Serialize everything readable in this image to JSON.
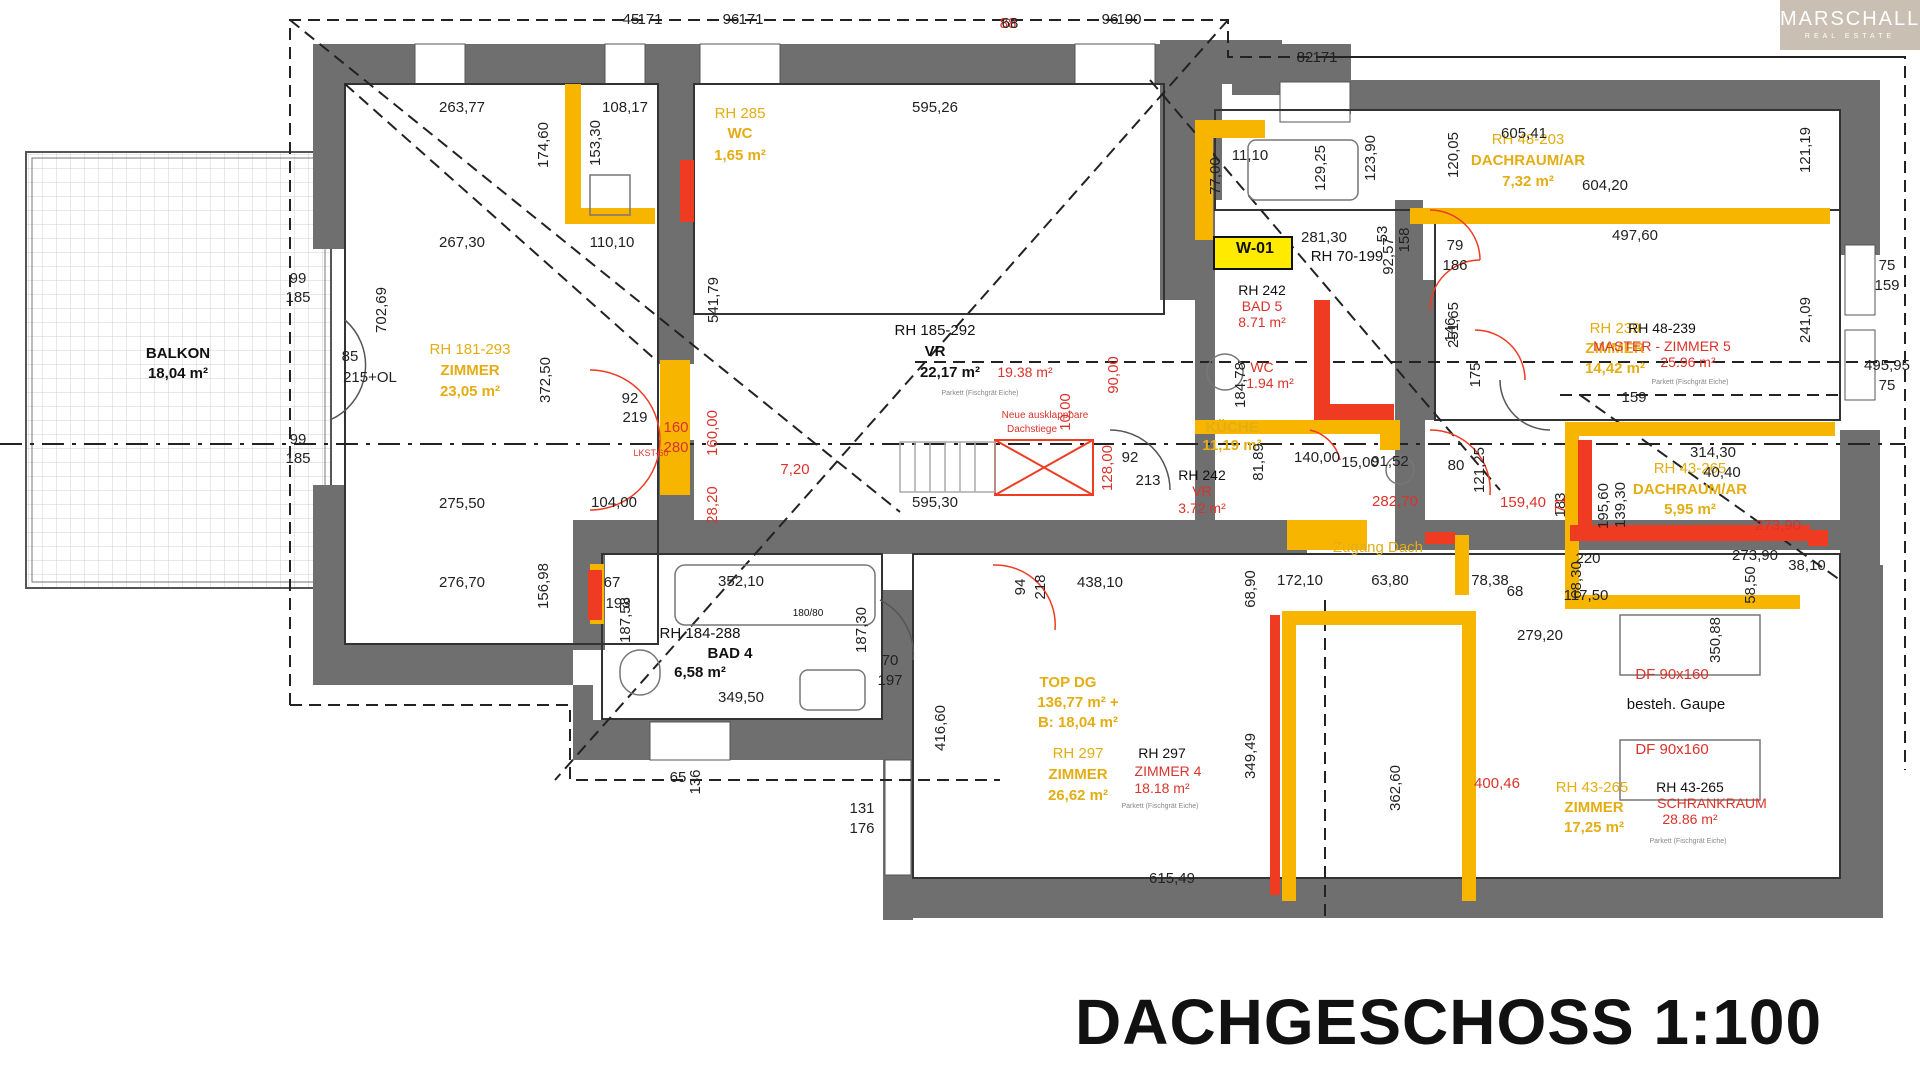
{
  "title": "DACHGESCHOSS 1:100",
  "logo": {
    "name": "MARSCHALL",
    "tagline": "REAL ESTATE"
  },
  "colors": {
    "wall": "#6f6f6f",
    "highlight_yellow": "#f7b500",
    "highlight_red": "#ee3b22",
    "text_yellow": "#e3ad13",
    "text_red": "#d9332b",
    "dashed": "#222222"
  },
  "labels": [
    {
      "t": "BALKON",
      "c": "k",
      "b": true,
      "fs": 15
    },
    {
      "t": "18,04 m²",
      "c": "k",
      "b": true,
      "fs": 15
    },
    {
      "t": "RH 181-293",
      "c": "y",
      "fs": 15
    },
    {
      "t": "ZIMMER",
      "c": "y",
      "b": true,
      "fs": 15
    },
    {
      "t": "23,05 m²",
      "c": "y",
      "b": true,
      "fs": 15
    },
    {
      "t": "RH 285",
      "c": "y",
      "fs": 15
    },
    {
      "t": "WC",
      "c": "y",
      "b": true,
      "fs": 15
    },
    {
      "t": "1,65 m²",
      "c": "y",
      "b": true,
      "fs": 15
    },
    {
      "t": "RH 185-292",
      "c": "k",
      "fs": 15
    },
    {
      "t": "VR",
      "c": "k",
      "b": true,
      "fs": 15
    },
    {
      "t": "22,17 m²",
      "c": "k",
      "b": true,
      "fs": 15
    },
    {
      "t": "19.38 m²",
      "c": "r",
      "fs": 14
    },
    {
      "t": "Parkett (Fischgrät Eiche)",
      "c": "g",
      "fs": 7
    },
    {
      "t": "Neue ausklappbare",
      "c": "r",
      "fs": 10
    },
    {
      "t": "Dachstiege",
      "c": "r",
      "fs": 10
    },
    {
      "t": "W-01",
      "c": "k",
      "b": true,
      "fs": 16
    },
    {
      "t": "RH 70-199",
      "c": "k",
      "fs": 15
    },
    {
      "t": "RH 242",
      "c": "k",
      "fs": 14
    },
    {
      "t": "BAD 5",
      "c": "r",
      "fs": 14
    },
    {
      "t": "8.71 m²",
      "c": "r",
      "fs": 14
    },
    {
      "t": "WC",
      "c": "r",
      "fs": 14
    },
    {
      "t": "1.94 m²",
      "c": "r",
      "fs": 14
    },
    {
      "t": "KÜCHE",
      "c": "y",
      "b": true,
      "fs": 15
    },
    {
      "t": "11,19 m²",
      "c": "y",
      "b": true,
      "fs": 15
    },
    {
      "t": "RH 242",
      "c": "k",
      "fs": 14
    },
    {
      "t": "VR",
      "c": "r",
      "fs": 14
    },
    {
      "t": "3.72 m²",
      "c": "r",
      "fs": 14
    },
    {
      "t": "RH 48-203",
      "c": "y",
      "fs": 15
    },
    {
      "t": "DACHRAUM/AR",
      "c": "y",
      "b": true,
      "fs": 15
    },
    {
      "t": "7,32 m²",
      "c": "y",
      "b": true,
      "fs": 15
    },
    {
      "t": "RH 239",
      "c": "y",
      "fs": 15
    },
    {
      "t": "ZIMMER",
      "c": "y",
      "b": true,
      "fs": 15
    },
    {
      "t": "14,42 m²",
      "c": "y",
      "b": true,
      "fs": 15
    },
    {
      "t": "RH 48-239",
      "c": "k",
      "fs": 14
    },
    {
      "t": "MASTER - ZIMMER 5",
      "c": "r",
      "fs": 14
    },
    {
      "t": "25.96 m²",
      "c": "r",
      "fs": 14
    },
    {
      "t": "Parkett (Fischgrät Eiche)",
      "c": "g",
      "fs": 7
    },
    {
      "t": "RH 43-265",
      "c": "y",
      "fs": 15
    },
    {
      "t": "DACHRAUM/AR",
      "c": "y",
      "b": true,
      "fs": 15
    },
    {
      "t": "5,95 m²",
      "c": "y",
      "b": true,
      "fs": 15
    },
    {
      "t": "Zugang Dach",
      "c": "y",
      "fs": 15
    },
    {
      "t": "RH 184-288",
      "c": "k",
      "fs": 15
    },
    {
      "t": "BAD 4",
      "c": "k",
      "b": true,
      "fs": 15
    },
    {
      "t": "6,58 m²",
      "c": "k",
      "b": true,
      "fs": 15
    },
    {
      "t": "180/80",
      "c": "k",
      "fs": 10
    },
    {
      "t": "TOP DG",
      "c": "y",
      "b": true,
      "fs": 15
    },
    {
      "t": "136,77 m² +",
      "c": "y",
      "b": true,
      "fs": 15
    },
    {
      "t": "B: 18,04 m²",
      "c": "y",
      "b": true,
      "fs": 15
    },
    {
      "t": "RH 297",
      "c": "y",
      "fs": 15
    },
    {
      "t": "ZIMMER",
      "c": "y",
      "b": true,
      "fs": 15
    },
    {
      "t": "26,62 m²",
      "c": "y",
      "b": true,
      "fs": 15
    },
    {
      "t": "RH 297",
      "c": "k",
      "fs": 14
    },
    {
      "t": "ZIMMER 4",
      "c": "r",
      "fs": 14
    },
    {
      "t": "18.18 m²",
      "c": "r",
      "fs": 14
    },
    {
      "t": "Parkett (Fischgrät Eiche)",
      "c": "g",
      "fs": 7
    },
    {
      "t": "DF 90x160",
      "c": "r",
      "fs": 15
    },
    {
      "t": "besteh. Gaupe",
      "c": "k",
      "fs": 15
    },
    {
      "t": "DF 90x160",
      "c": "r",
      "fs": 15
    },
    {
      "t": "RH 43-265",
      "c": "y",
      "fs": 15
    },
    {
      "t": "ZIMMER",
      "c": "y",
      "b": true,
      "fs": 15
    },
    {
      "t": "17,25 m²",
      "c": "y",
      "b": true,
      "fs": 15
    },
    {
      "t": "RH 43-265",
      "c": "k",
      "fs": 14
    },
    {
      "t": "SCHRANKRAUM",
      "c": "r",
      "fs": 14
    },
    {
      "t": "28.86 m²",
      "c": "r",
      "fs": 14
    },
    {
      "t": "Parkett (Fischgrät Eiche)",
      "c": "g",
      "fs": 7
    },
    {
      "t": "LKST-60",
      "c": "r",
      "fs": 9
    }
  ],
  "dims": [
    {
      "t": "263,77"
    },
    {
      "t": "108,17"
    },
    {
      "t": "595,26"
    },
    {
      "t": "174,60",
      "r": true
    },
    {
      "t": "153,30",
      "r": true
    },
    {
      "t": "267,30"
    },
    {
      "t": "110,10"
    },
    {
      "t": "702,69",
      "r": true
    },
    {
      "t": "372,50",
      "r": true
    },
    {
      "t": "541,79",
      "r": true
    },
    {
      "t": "99"
    },
    {
      "t": "185"
    },
    {
      "t": "85"
    },
    {
      "t": "215+OL"
    },
    {
      "t": "99"
    },
    {
      "t": "185"
    },
    {
      "t": "92"
    },
    {
      "t": "219"
    },
    {
      "t": "160"
    },
    {
      "t": "280"
    },
    {
      "t": "160,00",
      "r": true
    },
    {
      "t": "7,20"
    },
    {
      "t": "275,50"
    },
    {
      "t": "104,00"
    },
    {
      "t": "595,30"
    },
    {
      "t": "28,20",
      "r": true
    },
    {
      "t": "128,00",
      "r": true
    },
    {
      "t": "10,00",
      "r": true
    },
    {
      "t": "90,00",
      "r": true
    },
    {
      "t": "92"
    },
    {
      "t": "213"
    },
    {
      "t": "276,70"
    },
    {
      "t": "156,98",
      "r": true
    },
    {
      "t": "67"
    },
    {
      "t": "193"
    },
    {
      "t": "352,10"
    },
    {
      "t": "187,58",
      "r": true
    },
    {
      "t": "187,30",
      "r": true
    },
    {
      "t": "70"
    },
    {
      "t": "197"
    },
    {
      "t": "349,50"
    },
    {
      "t": "65"
    },
    {
      "t": "136",
      "r": true
    },
    {
      "t": "94",
      "r": true
    },
    {
      "t": "218",
      "r": true
    },
    {
      "t": "438,10"
    },
    {
      "t": "68,90",
      "r": true
    },
    {
      "t": "416,60",
      "r": true
    },
    {
      "t": "131"
    },
    {
      "t": "176"
    },
    {
      "t": "615,49"
    },
    {
      "t": "349,49",
      "r": true
    },
    {
      "t": "88"
    },
    {
      "t": "68"
    },
    {
      "t": "45"
    },
    {
      "t": "171"
    },
    {
      "t": "96"
    },
    {
      "t": "171"
    },
    {
      "t": "96"
    },
    {
      "t": "190"
    },
    {
      "t": "82"
    },
    {
      "t": "171"
    },
    {
      "t": "11,10"
    },
    {
      "t": "77,00",
      "r": true
    },
    {
      "t": "129,25",
      "r": true
    },
    {
      "t": "123,90",
      "r": true
    },
    {
      "t": "281,30"
    },
    {
      "t": "53",
      "r": true
    },
    {
      "t": "158",
      "r": true
    },
    {
      "t": "92,57",
      "r": true
    },
    {
      "t": "605,41"
    },
    {
      "t": "120,05",
      "r": true
    },
    {
      "t": "604,20"
    },
    {
      "t": "121,19",
      "r": true
    },
    {
      "t": "497,60"
    },
    {
      "t": "79"
    },
    {
      "t": "186"
    },
    {
      "t": "75"
    },
    {
      "t": "159"
    },
    {
      "t": "251,65",
      "r": true
    },
    {
      "t": "241,09",
      "r": true
    },
    {
      "t": "146",
      "r": true
    },
    {
      "t": "175",
      "r": true
    },
    {
      "t": "495,95"
    },
    {
      "t": "75"
    },
    {
      "t": "159"
    },
    {
      "t": "184,78",
      "r": true
    },
    {
      "t": "81,89",
      "r": true
    },
    {
      "t": "140,00"
    },
    {
      "t": "15,00"
    },
    {
      "t": "91,52"
    },
    {
      "t": "314,30"
    },
    {
      "t": "80"
    },
    {
      "t": "121,25",
      "r": true
    },
    {
      "t": "183",
      "r": true
    },
    {
      "t": "71",
      "r": true
    },
    {
      "t": "282,70"
    },
    {
      "t": "159,40"
    },
    {
      "t": "195,60",
      "r": true
    },
    {
      "t": "139,30",
      "r": true
    },
    {
      "t": "40,40"
    },
    {
      "t": "273,90"
    },
    {
      "t": "273,90"
    },
    {
      "t": "58,50",
      "r": true
    },
    {
      "t": "38,10"
    },
    {
      "t": "172,10"
    },
    {
      "t": "63,80"
    },
    {
      "t": "78,38"
    },
    {
      "t": "68"
    },
    {
      "t": "220"
    },
    {
      "t": "68,30",
      "r": true
    },
    {
      "t": "117,50"
    },
    {
      "t": "279,20"
    },
    {
      "t": "350,88",
      "r": true
    },
    {
      "t": "362,60",
      "r": true
    },
    {
      "t": "400,46"
    }
  ]
}
